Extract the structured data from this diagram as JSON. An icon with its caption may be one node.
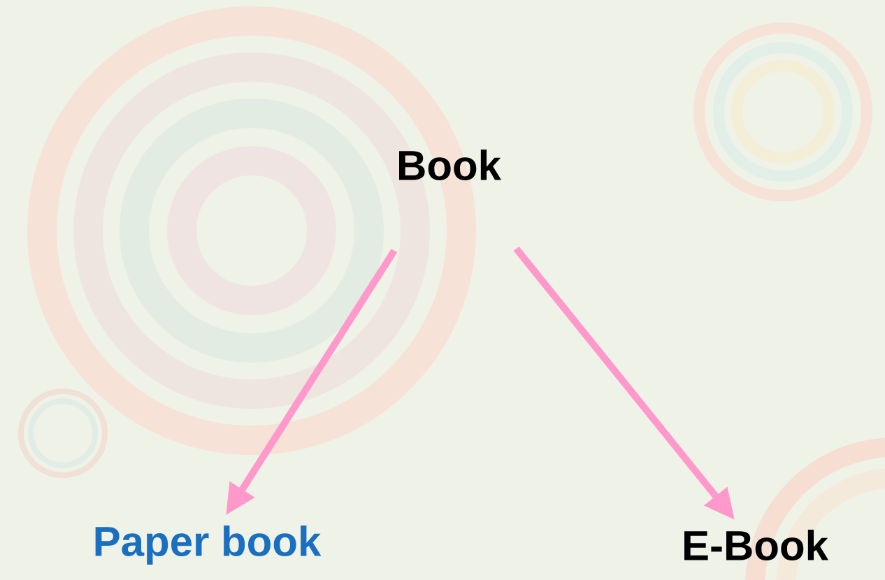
{
  "diagram": {
    "nodes": [
      {
        "text": [
          "Book"
        ]
      },
      {
        "text": [
          "Paper book"
        ]
      },
      {
        "text": [
          "E-Book"
        ]
      }
    ],
    "edges": [
      {
        "from": 0,
        "to": 1,
        "arrow": "to"
      },
      {
        "from": 0,
        "to": 2,
        "arrow": "to"
      }
    ]
  }
}
